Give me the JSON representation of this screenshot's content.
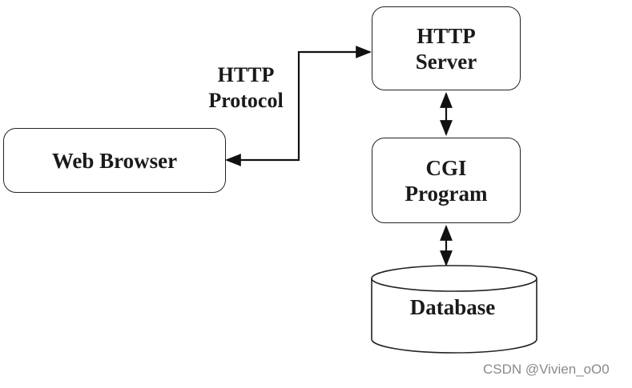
{
  "diagram": {
    "nodes": {
      "browser": {
        "label": "Web Browser"
      },
      "server": {
        "line1": "HTTP",
        "line2": "Server"
      },
      "cgi": {
        "line1": "CGI",
        "line2": "Program"
      },
      "database": {
        "label": "Database"
      }
    },
    "protocol_label": {
      "line1": "HTTP",
      "line2": "Protocol"
    },
    "edges": [
      {
        "from": "browser",
        "to": "server",
        "direction": "both",
        "label": "HTTP Protocol"
      },
      {
        "from": "server",
        "to": "cgi",
        "direction": "both"
      },
      {
        "from": "cgi",
        "to": "database",
        "direction": "both"
      }
    ],
    "colors": {
      "stroke": "#222222",
      "text": "#1a1a1a",
      "watermark": "#8a8a8a"
    }
  },
  "watermark": "CSDN @Vivien_oO0"
}
